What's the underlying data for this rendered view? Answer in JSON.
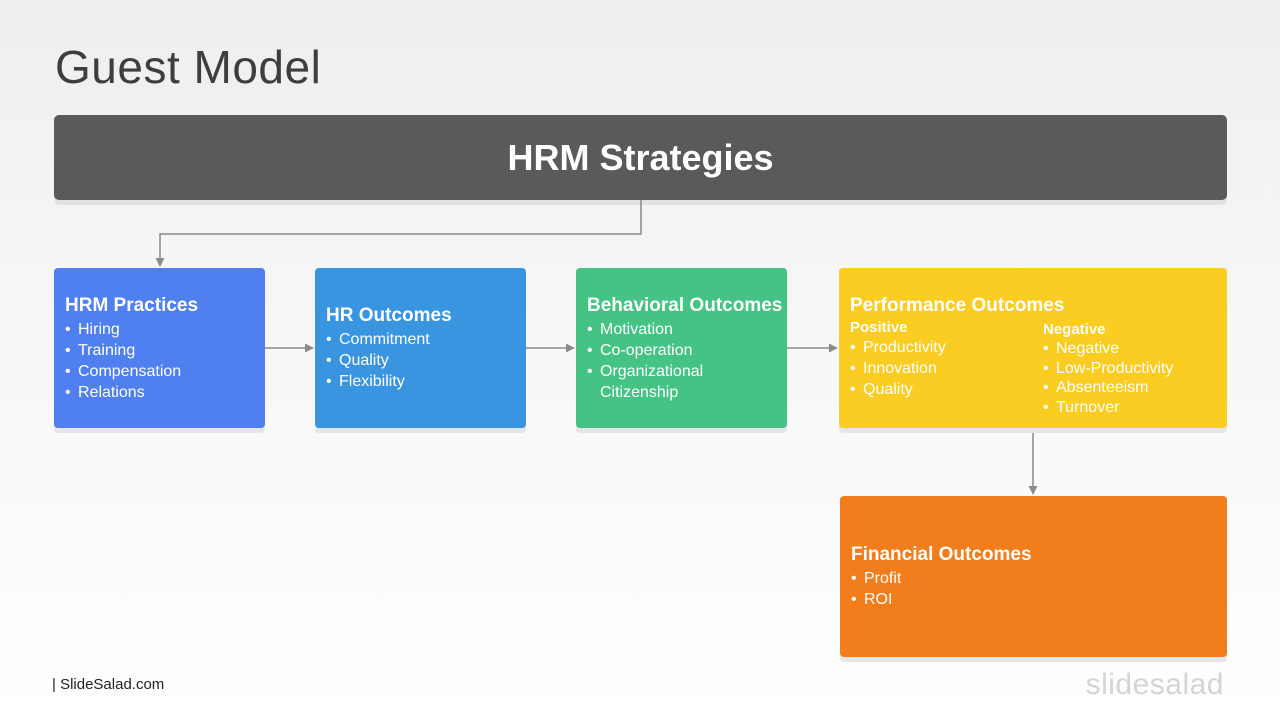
{
  "title": "Guest Model",
  "banner": "HRM Strategies",
  "practices": {
    "title": "HRM Practices",
    "items": [
      "Hiring",
      "Training",
      "Compensation",
      "Relations"
    ],
    "color": "#5080ef"
  },
  "hr_outcomes": {
    "title": "HR Outcomes",
    "items": [
      "Commitment",
      "Quality",
      "Flexibility"
    ],
    "color": "#3a95e0"
  },
  "behavioral": {
    "title": "Behavioral Outcomes",
    "items": [
      "Motivation",
      "Co-operation",
      "Organizational Citizenship"
    ],
    "color": "#44c384"
  },
  "performance": {
    "title": "Performance Outcomes",
    "positive": {
      "label": "Positive",
      "items": [
        "Productivity",
        "Innovation",
        "Quality"
      ]
    },
    "negative": {
      "label": "Negative",
      "items": [
        "Negative",
        "Low-Productivity",
        "Absenteeism",
        "Turnover"
      ]
    },
    "color": "#fbcc22"
  },
  "financial": {
    "title": "Financial Outcomes",
    "items": [
      "Profit",
      "ROI"
    ],
    "color": "#f27d1c"
  },
  "footer": "| SlideSalad.com",
  "brand": "slidesalad"
}
